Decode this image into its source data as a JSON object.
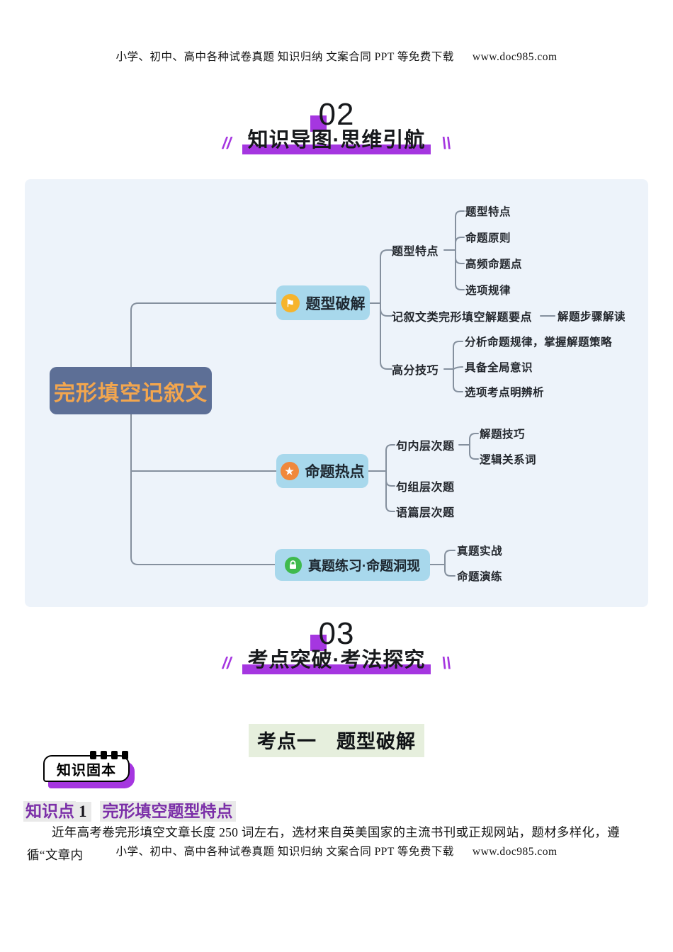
{
  "header": {
    "text": "小学、初中、高中各种试卷真题 知识归纳 文案合同 PPT 等免费下载",
    "url": "www.doc985.com"
  },
  "footer": {
    "text": "小学、初中、高中各种试卷真题 知识归纳 文案合同 PPT 等免费下载",
    "url": "www.doc985.com"
  },
  "section02": {
    "number": "02",
    "title": "知识导图·思维引航",
    "slash_left": "//",
    "slash_right": "\\\\"
  },
  "section03": {
    "number": "03",
    "title": "考点突破·考法探究",
    "slash_left": "//",
    "slash_right": "\\\\"
  },
  "mindmap": {
    "root": "完形填空记叙文",
    "branches": [
      {
        "label": "题型破解",
        "icon": "flag-icon",
        "children": [
          {
            "label": "题型特点",
            "children": [
              {
                "label": "题型特点"
              },
              {
                "label": "命题原则"
              },
              {
                "label": "高频命题点"
              },
              {
                "label": "选项规律"
              }
            ]
          },
          {
            "label": "记叙文类完形填空解题要点",
            "children": [
              {
                "label": "解题步骤解读"
              }
            ]
          },
          {
            "label": "高分技巧",
            "children": [
              {
                "label": "分析命题规律，掌握解题策略"
              },
              {
                "label": "具备全局意识"
              },
              {
                "label": "选项考点明辨析"
              }
            ]
          }
        ]
      },
      {
        "label": "命题热点",
        "icon": "star-icon",
        "children": [
          {
            "label": "句内层次题",
            "children": [
              {
                "label": "解题技巧"
              },
              {
                "label": "逻辑关系词"
              }
            ]
          },
          {
            "label": "句组层次题"
          },
          {
            "label": "语篇层次题"
          }
        ]
      },
      {
        "label": "真题练习·命题洞现",
        "icon": "lock-icon",
        "children": [
          {
            "label": "真题实战"
          },
          {
            "label": "命题演练"
          }
        ]
      }
    ]
  },
  "kaodian": {
    "heading": "考点一　题型破解",
    "badge": "知识固本",
    "kp_label": "知识点",
    "kp_number": "1",
    "kp_title": "完形填空题型特点",
    "paragraph": "近年高考卷完形填空文章长度 250 词左右，选材来自英美国家的主流书刊或正规网站，题材多样化，遵循“文章内"
  },
  "icons": {
    "flag": "⚑",
    "star": "★"
  },
  "colors": {
    "accent": "#a536e0",
    "panel_bg": "#edf3fa",
    "root_bg": "#5d6f96",
    "root_text": "#f3a64e",
    "node_bg": "#a8d8ec",
    "flag_bg": "#f6b42c",
    "star_bg": "#f0883b",
    "lock_bg": "#3fba4d",
    "line": "#85909e",
    "heading_bg": "#e6efdd",
    "highlight_bg": "#e9e9e9",
    "kp_purple": "#7b2fa8"
  }
}
